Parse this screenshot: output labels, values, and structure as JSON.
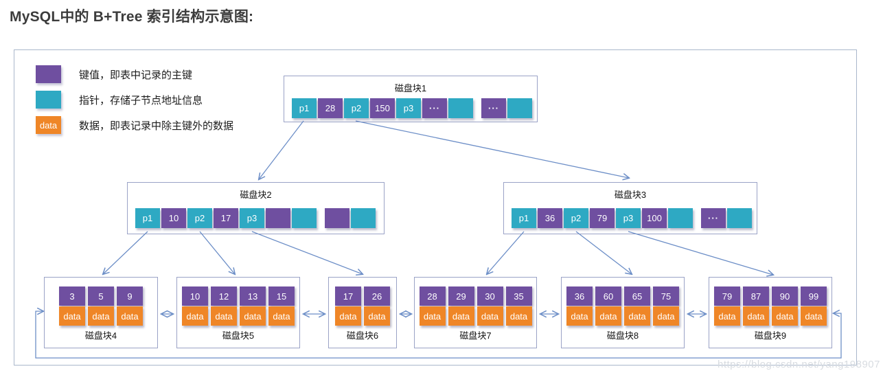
{
  "page": {
    "title": "MySQL中的 B+Tree 索引结构示意图:"
  },
  "legend": [
    {
      "id": "key",
      "swatch_text": "",
      "label": "键值，即表中记录的主键"
    },
    {
      "id": "pointer",
      "swatch_text": "",
      "label": "指针，存储子节点地址信息"
    },
    {
      "id": "data",
      "swatch_text": "data",
      "label": "数据，即表记录中除主键外的数据"
    }
  ],
  "internal_nodes": [
    {
      "id": "block1",
      "title": "磁盘块1",
      "cells": [
        {
          "type": "pointer",
          "text": "p1"
        },
        {
          "type": "key",
          "text": "28"
        },
        {
          "type": "pointer",
          "text": "p2"
        },
        {
          "type": "key",
          "text": "150"
        },
        {
          "type": "pointer",
          "text": "p3"
        },
        {
          "type": "key",
          "text": "···"
        },
        {
          "type": "pointer",
          "text": ""
        },
        {
          "type": "gap",
          "text": ""
        },
        {
          "type": "key",
          "text": "···"
        },
        {
          "type": "pointer",
          "text": ""
        }
      ]
    },
    {
      "id": "block2",
      "title": "磁盘块2",
      "cells": [
        {
          "type": "pointer",
          "text": "p1"
        },
        {
          "type": "key",
          "text": "10"
        },
        {
          "type": "pointer",
          "text": "p2"
        },
        {
          "type": "key",
          "text": "17"
        },
        {
          "type": "pointer",
          "text": "p3"
        },
        {
          "type": "key",
          "text": ""
        },
        {
          "type": "pointer",
          "text": ""
        },
        {
          "type": "gap",
          "text": ""
        },
        {
          "type": "key",
          "text": ""
        },
        {
          "type": "pointer",
          "text": ""
        }
      ]
    },
    {
      "id": "block3",
      "title": "磁盘块3",
      "cells": [
        {
          "type": "pointer",
          "text": "p1"
        },
        {
          "type": "key",
          "text": "36"
        },
        {
          "type": "pointer",
          "text": "p2"
        },
        {
          "type": "key",
          "text": "79"
        },
        {
          "type": "pointer",
          "text": "p3"
        },
        {
          "type": "key",
          "text": "100"
        },
        {
          "type": "pointer",
          "text": ""
        },
        {
          "type": "gap",
          "text": ""
        },
        {
          "type": "key",
          "text": "···"
        },
        {
          "type": "pointer",
          "text": ""
        }
      ]
    }
  ],
  "leaf_nodes": [
    {
      "id": "block4",
      "title": "磁盘块4",
      "keys": [
        "3",
        "5",
        "9"
      ],
      "data_text": "data"
    },
    {
      "id": "block5",
      "title": "磁盘块5",
      "keys": [
        "10",
        "12",
        "13",
        "15"
      ],
      "data_text": "data"
    },
    {
      "id": "block6",
      "title": "磁盘块6",
      "keys": [
        "17",
        "26"
      ],
      "data_text": "data"
    },
    {
      "id": "block7",
      "title": "磁盘块7",
      "keys": [
        "28",
        "29",
        "30",
        "35"
      ],
      "data_text": "data"
    },
    {
      "id": "block8",
      "title": "磁盘块8",
      "keys": [
        "36",
        "60",
        "65",
        "75"
      ],
      "data_text": "data"
    },
    {
      "id": "block9",
      "title": "磁盘块9",
      "keys": [
        "79",
        "87",
        "90",
        "99"
      ],
      "data_text": "data"
    }
  ],
  "watermark": "https://blog.csdn.net/yang198907",
  "colors": {
    "key": "#6F4FA0",
    "pointer": "#2EA9C3",
    "data": "#EF8627",
    "arrow": "#6C8EC7"
  }
}
